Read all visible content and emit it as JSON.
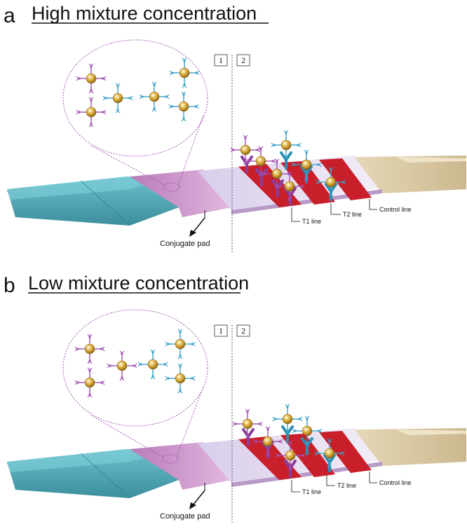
{
  "panels": [
    {
      "letter": "a",
      "title": "High mixture concentration",
      "steps": [
        "1",
        "2"
      ],
      "labels": {
        "t1": "T1 line",
        "t2": "T2 line",
        "control": "Control line",
        "conjugate": "Conjugate pad"
      }
    },
    {
      "letter": "b",
      "title": "Low mixture concentration",
      "steps": [
        "1",
        "2"
      ],
      "labels": {
        "t1": "T1 line",
        "t2": "T2 line",
        "control": "Control line",
        "conjugate": "Conjugate pad"
      }
    }
  ],
  "colors": {
    "sample_pad": "#5fb3bf",
    "conjugate_pad": "#c98fc6",
    "membrane": "#e6e0f2",
    "test_line": "#c81f2a",
    "absorbent_pad": "#dccdaa",
    "backing": "#7a3e7e",
    "gold": "#d4a73c",
    "antibody_purple": "#a050b0",
    "antibody_blue": "#3aa0c8"
  }
}
